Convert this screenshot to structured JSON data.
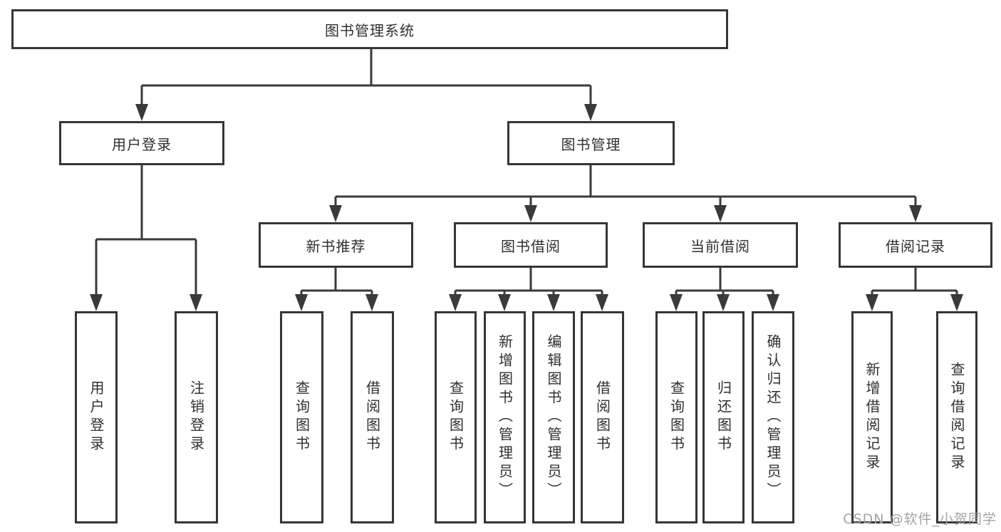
{
  "diagram": {
    "title": "图书管理系统",
    "watermark": "CSDN @软件_小贺同学",
    "colors": {
      "background": "#ffffff",
      "box_fill": "#ffffff",
      "box_border": "#333639",
      "connector_line": "#3a3a3c",
      "text": "#2f2f2f",
      "watermark_text": "#a3a3a3"
    },
    "nodes": {
      "root": {
        "label": "图书管理系统"
      },
      "l2": [
        {
          "label": "用户登录"
        },
        {
          "label": "图书管理"
        }
      ],
      "l3": [
        {
          "label": "新书推荐"
        },
        {
          "label": "图书借阅"
        },
        {
          "label": "当前借阅"
        },
        {
          "label": "借阅记录"
        }
      ],
      "leaves": [
        {
          "label": "用户登录"
        },
        {
          "label": "注销登录"
        },
        {
          "label": "查询图书"
        },
        {
          "label": "借阅图书"
        },
        {
          "label": "查询图书"
        },
        {
          "label": "新增图书（管理员）"
        },
        {
          "label": "编辑图书（管理员）"
        },
        {
          "label": "借阅图书"
        },
        {
          "label": "查询图书"
        },
        {
          "label": "归还图书"
        },
        {
          "label": "确认归还（管理员）"
        },
        {
          "label": "新增借阅记录"
        },
        {
          "label": "查询借阅记录"
        }
      ]
    }
  }
}
